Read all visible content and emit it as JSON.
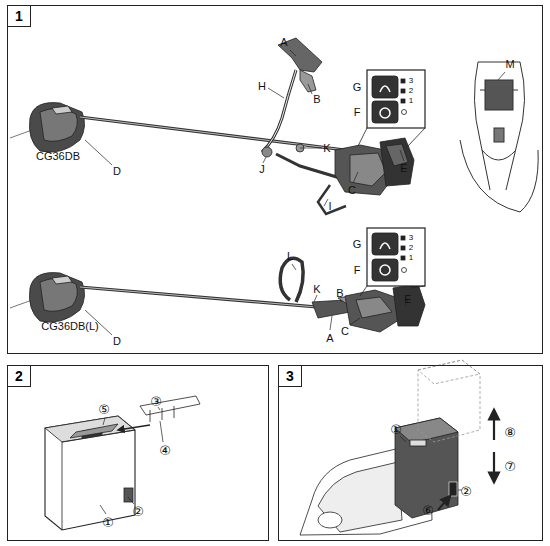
{
  "diagram": {
    "nodes": [
      {
        "text": [
          "1"
        ]
      },
      {
        "text": [
          "2"
        ]
      },
      {
        "text": [
          "3"
        ]
      }
    ],
    "labels": [
      "A",
      "H",
      "B",
      "G",
      "3",
      "2",
      "1",
      "F",
      "M",
      "K",
      "J",
      "D",
      "CG36DB",
      "E",
      "C",
      "I",
      "G",
      "3",
      "2",
      "1",
      "F",
      "L",
      "K",
      "B",
      "A",
      "D",
      "CG36DB(L)",
      "C",
      "E",
      "⑤",
      "③",
      "④",
      "②",
      "①",
      "①",
      "⑧",
      "⑦",
      "②",
      "⑥"
    ]
  }
}
